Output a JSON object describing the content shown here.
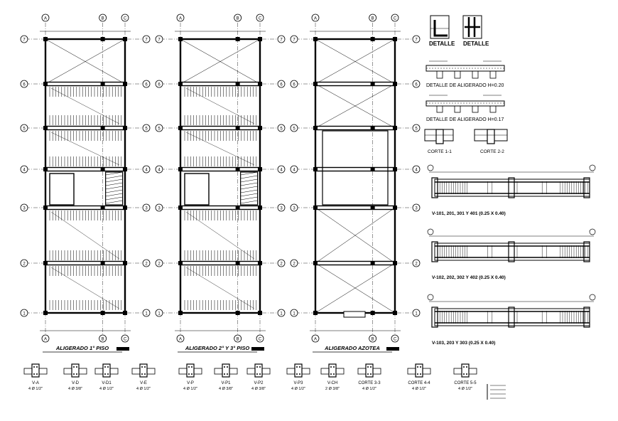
{
  "plans": [
    {
      "title": "ALIGERADO 1° PISO",
      "axes_h": [
        "A",
        "B",
        "C"
      ],
      "axes_v": [
        "1",
        "2",
        "3",
        "4",
        "5",
        "6",
        "7"
      ]
    },
    {
      "title": "ALIGERADO 2° Y 3° PISO",
      "axes_h": [
        "A",
        "B",
        "C"
      ],
      "axes_v": [
        "1",
        "2",
        "3",
        "4",
        "5",
        "6",
        "7"
      ]
    },
    {
      "title": "ALIGERADO AZOTEA",
      "axes_h": [
        "A",
        "B",
        "C"
      ],
      "axes_v": [
        "1",
        "2",
        "3",
        "4",
        "5",
        "6",
        "7"
      ]
    }
  ],
  "details": {
    "detalle_1": "DETALLE",
    "detalle_2": "DETALLE",
    "aligerado_1": "DETALLE DE ALIGERADO  H=0.20",
    "aligerado_2": "DETALLE DE ALIGERADO  H=0.17",
    "corte_1": "CORTE 1-1",
    "corte_2": "CORTE 2-2"
  },
  "beams": [
    {
      "label": "V-101, 201, 301 Y 401 (0.25 X 0.40)"
    },
    {
      "label": "V-102, 202, 302 Y 402 (0.25 X 0.40)"
    },
    {
      "label": "V-103, 203 Y 303 (0.25 X 0.40)"
    }
  ],
  "bottom_sections": [
    {
      "name": "V-A",
      "spec": "4 Ø 1/2\""
    },
    {
      "name": "V-D",
      "spec": "4 Ø 3/8\""
    },
    {
      "name": "V-D1",
      "spec": "4 Ø 1/2\""
    },
    {
      "name": "V-E",
      "spec": "4 Ø 1/2\""
    },
    {
      "name": "V-P",
      "spec": "4 Ø 1/2\""
    },
    {
      "name": "V-P1",
      "spec": "4 Ø 3/8\""
    },
    {
      "name": "V-P2",
      "spec": "4 Ø 3/8\""
    },
    {
      "name": "V-P3",
      "spec": "4 Ø 1/2\""
    },
    {
      "name": "V-CH",
      "spec": "2 Ø 3/8\""
    },
    {
      "name": "CORTE 3-3",
      "spec": "4 Ø 1/2\""
    },
    {
      "name": "CORTE 4-4",
      "spec": "4 Ø 1/2\""
    },
    {
      "name": "CORTE 5-5",
      "spec": "4 Ø 1/2\""
    }
  ]
}
